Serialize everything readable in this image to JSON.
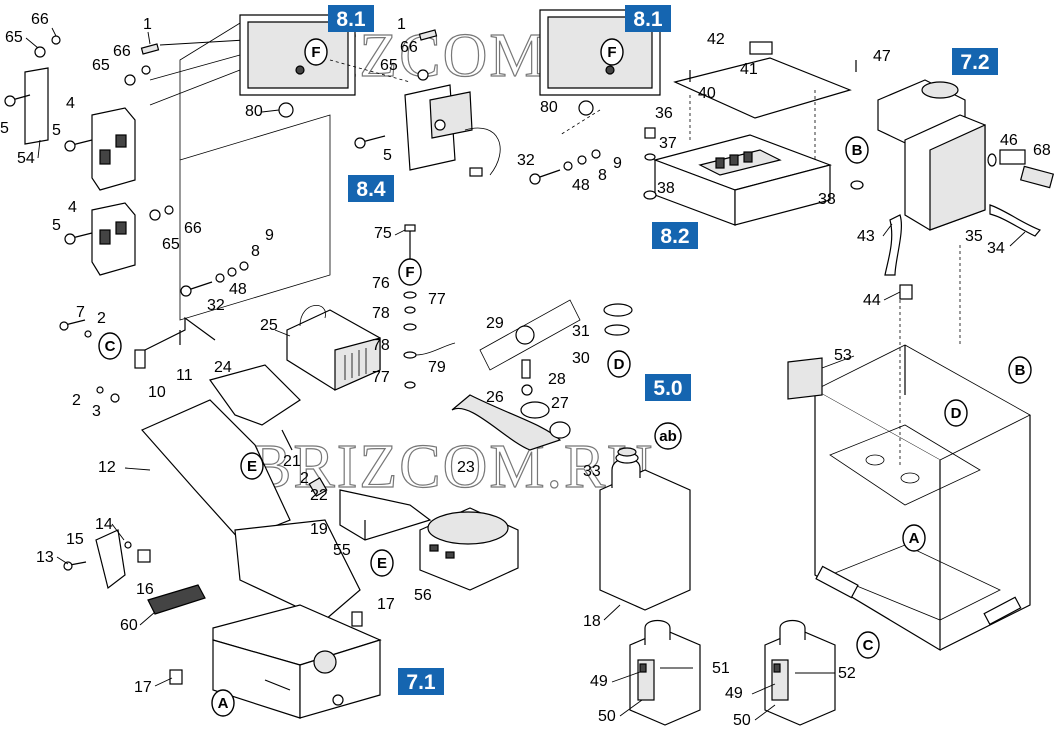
{
  "watermark": "BRIZCOM.RU",
  "section_badges": [
    {
      "id": "b81a",
      "label": "8.1"
    },
    {
      "id": "b81b",
      "label": "8.1"
    },
    {
      "id": "b84",
      "label": "8.4"
    },
    {
      "id": "b82",
      "label": "8.2"
    },
    {
      "id": "b72",
      "label": "7.2"
    },
    {
      "id": "b50",
      "label": "5.0"
    },
    {
      "id": "b71",
      "label": "7.1"
    }
  ],
  "connector_markers": [
    "F",
    "F",
    "F",
    "B",
    "B",
    "C",
    "D",
    "D",
    "E",
    "E",
    "ab",
    "A",
    "A",
    "C"
  ],
  "part_numbers": [
    "66",
    "65",
    "66",
    "65",
    "1",
    "4",
    "5",
    "5",
    "54",
    "80",
    "4",
    "5",
    "66",
    "65",
    "9",
    "8",
    "48",
    "32",
    "7",
    "2",
    "10",
    "11",
    "2",
    "3",
    "25",
    "24",
    "12",
    "21",
    "22",
    "2",
    "14",
    "15",
    "13",
    "16",
    "60",
    "19",
    "55",
    "17",
    "17",
    "56",
    "75",
    "76",
    "77",
    "78",
    "78",
    "79",
    "77",
    "29",
    "28",
    "26",
    "27",
    "23",
    "31",
    "30",
    "33",
    "18",
    "1",
    "66",
    "65",
    "5",
    "80",
    "32",
    "48",
    "8",
    "9",
    "42",
    "41",
    "40",
    "36",
    "37",
    "38",
    "38",
    "47",
    "46",
    "68",
    "35",
    "34",
    "43",
    "44",
    "53",
    "49",
    "50",
    "51",
    "49",
    "50",
    "52"
  ]
}
